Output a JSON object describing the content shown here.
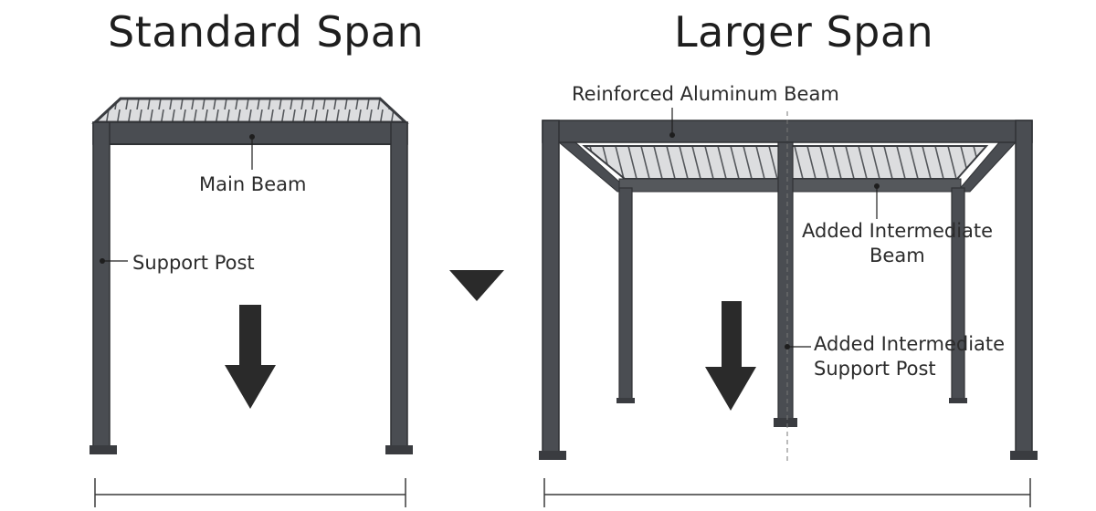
{
  "standard": {
    "title": "Standard Span",
    "main_beam_label": "Main Beam",
    "support_post_label": "Support Post"
  },
  "larger": {
    "title": "Larger Span",
    "reinforced_beam_label": "Reinforced Aluminum Beam",
    "intermediate_beam_label_line1": "Added Intermediate",
    "intermediate_beam_label_line2": "Beam",
    "intermediate_post_label_line1": "Added Intermediate",
    "intermediate_post_label_line2": "Support Post"
  },
  "colors": {
    "frame": "#4a4d52",
    "frame_dark": "#3a3c40",
    "louver": "#d9dadc",
    "arrow": "#2a2a2a"
  },
  "icons": {
    "transition": "triangle-down-icon",
    "load": "arrow-down-icon"
  }
}
